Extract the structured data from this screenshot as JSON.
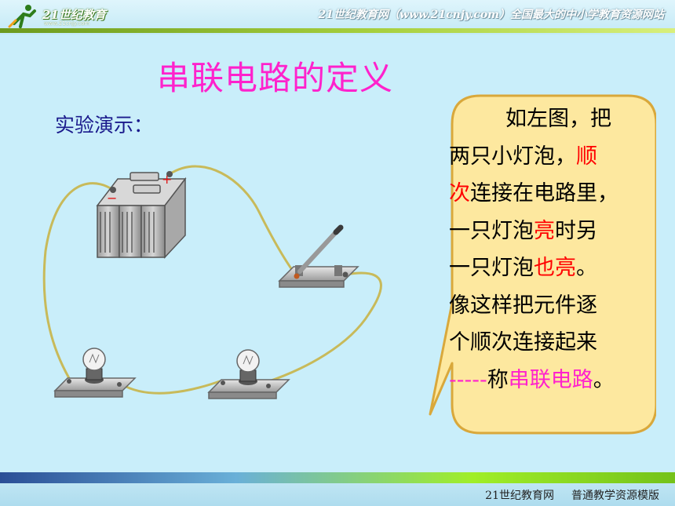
{
  "header": {
    "logo_text": "21世纪教育",
    "logo_url": "www.21cnjy.com",
    "tagline": "21世纪教育网（www.21cnjy.com）全国最大的中小学教育资源网站"
  },
  "slide": {
    "title": "串联电路的定义",
    "section_label": "实验演示："
  },
  "callout": {
    "lines": [
      [
        {
          "text": "如左图，把",
          "color": "black"
        }
      ],
      [
        {
          "text": "两只小灯泡，",
          "color": "black"
        },
        {
          "text": "顺",
          "color": "red"
        }
      ],
      [
        {
          "text": "次",
          "color": "red"
        },
        {
          "text": "连接在电路里，",
          "color": "black"
        }
      ],
      [
        {
          "text": "一只灯泡",
          "color": "black"
        },
        {
          "text": "亮",
          "color": "red"
        },
        {
          "text": "时另",
          "color": "black"
        }
      ],
      [
        {
          "text": "一只灯泡",
          "color": "black"
        },
        {
          "text": "也亮",
          "color": "red"
        },
        {
          "text": "。",
          "color": "black"
        }
      ],
      [
        {
          "text": "像这样把元件逐",
          "color": "black"
        }
      ],
      [
        {
          "text": "个顺次连接起来",
          "color": "black"
        }
      ],
      [
        {
          "text": "-----",
          "color": "magenta"
        },
        {
          "text": "称",
          "color": "black"
        },
        {
          "text": "串联电路",
          "color": "magenta"
        },
        {
          "text": "。",
          "color": "black"
        }
      ]
    ]
  },
  "footer": {
    "site": "21世纪教育网",
    "template": "普通教学资源模版"
  },
  "colors": {
    "background": "#c9eefa",
    "title": "#ff22cc",
    "section_label": "#1a1a8c",
    "callout_fill": "#fde89f",
    "callout_border": "#d9a83b",
    "highlight_red": "#ff0000",
    "highlight_magenta": "#ff22cc",
    "wire": "#c8ba5a"
  },
  "icons": [
    "runner-logo-icon",
    "battery-icon",
    "plus-sign-icon",
    "minus-sign-icon",
    "knife-switch-icon",
    "light-bulb-icon"
  ],
  "battery_terminals": {
    "plus": "+",
    "minus": "−"
  }
}
